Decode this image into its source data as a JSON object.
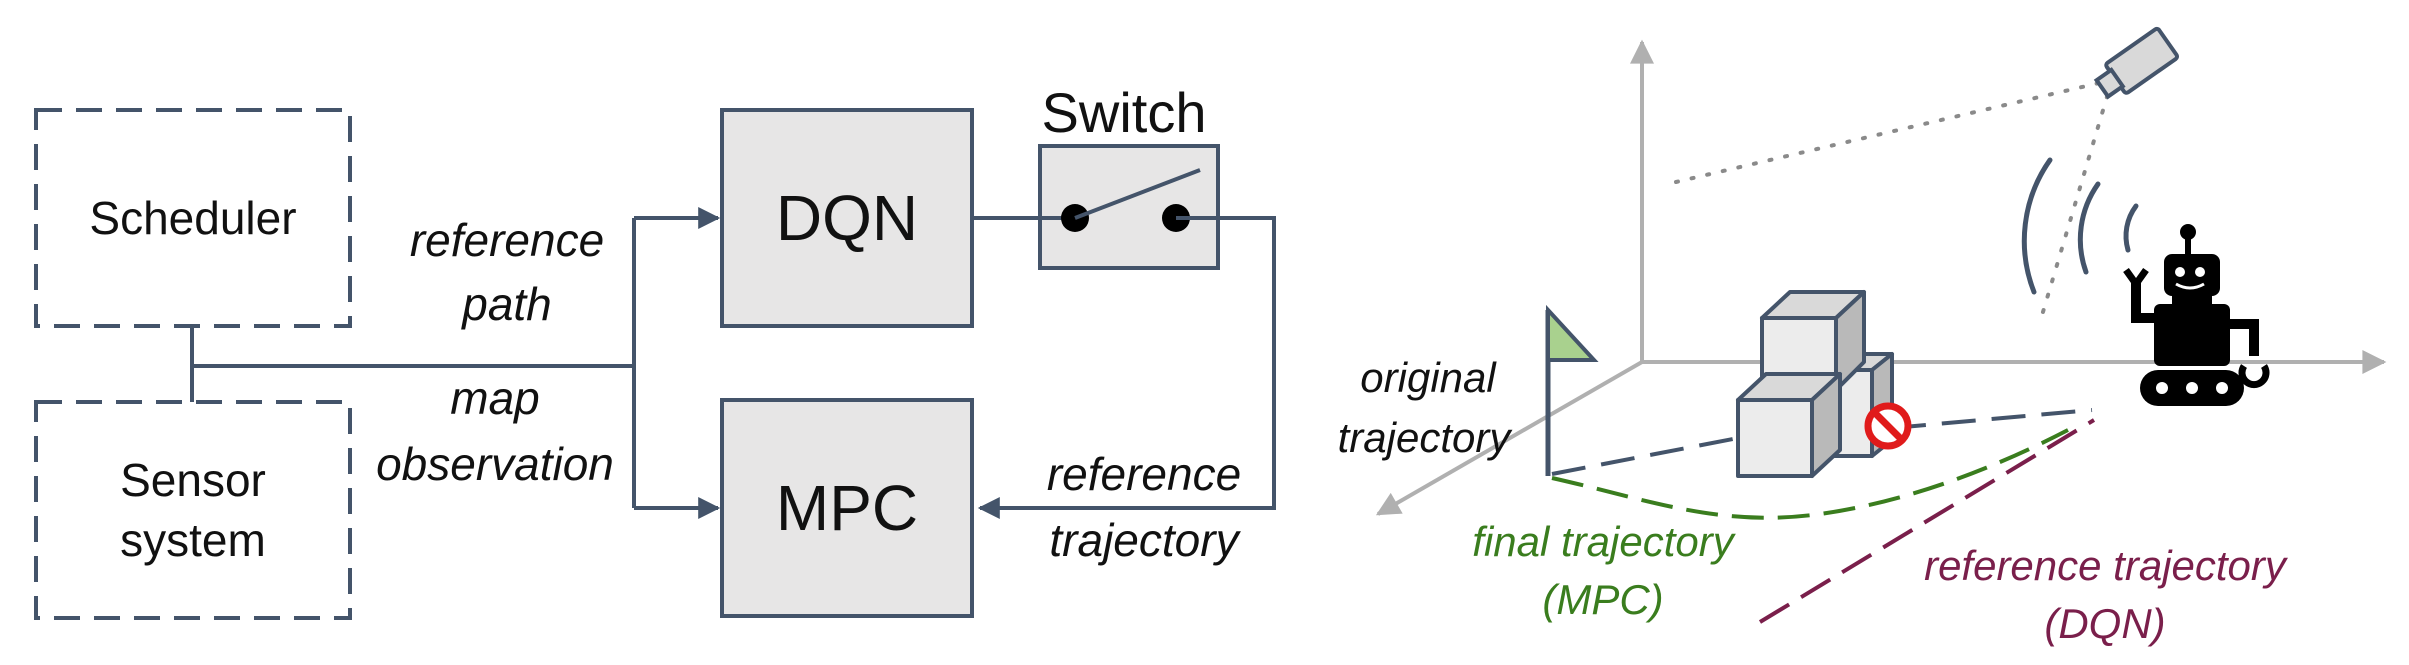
{
  "block_diagram": {
    "scheduler": "Scheduler",
    "sensor_line1": "Sensor",
    "sensor_line2": "system",
    "dqn": "DQN",
    "mpc": "MPC",
    "switch": "Switch",
    "reference_path_line1": "reference",
    "reference_path_line2": "path",
    "map_observation_line1": "map",
    "map_observation_line2": "observation",
    "reference_trajectory_line1": "reference",
    "reference_trajectory_line2": "trajectory"
  },
  "scene": {
    "original_trajectory_line1": "original",
    "original_trajectory_line2": "trajectory",
    "final_trajectory_line1": "final trajectory",
    "final_trajectory_line2": "(MPC)",
    "reference_trajectory_line1": "reference trajectory",
    "reference_trajectory_line2": "(DQN)"
  },
  "colors": {
    "line": "#44546a",
    "box_fill": "#e7e6e6",
    "axis": "#b0b0b0",
    "final_trajectory": "#3a7d1e",
    "reference_trajectory": "#7a1f4b",
    "obstacle_marker": "#e01b1b",
    "flag": "#a9d18e"
  },
  "icons": [
    "flag-icon",
    "camera-icon",
    "robot-icon",
    "no-entry-icon",
    "obstacle-cubes-icon",
    "wireless-signal-icon"
  ]
}
